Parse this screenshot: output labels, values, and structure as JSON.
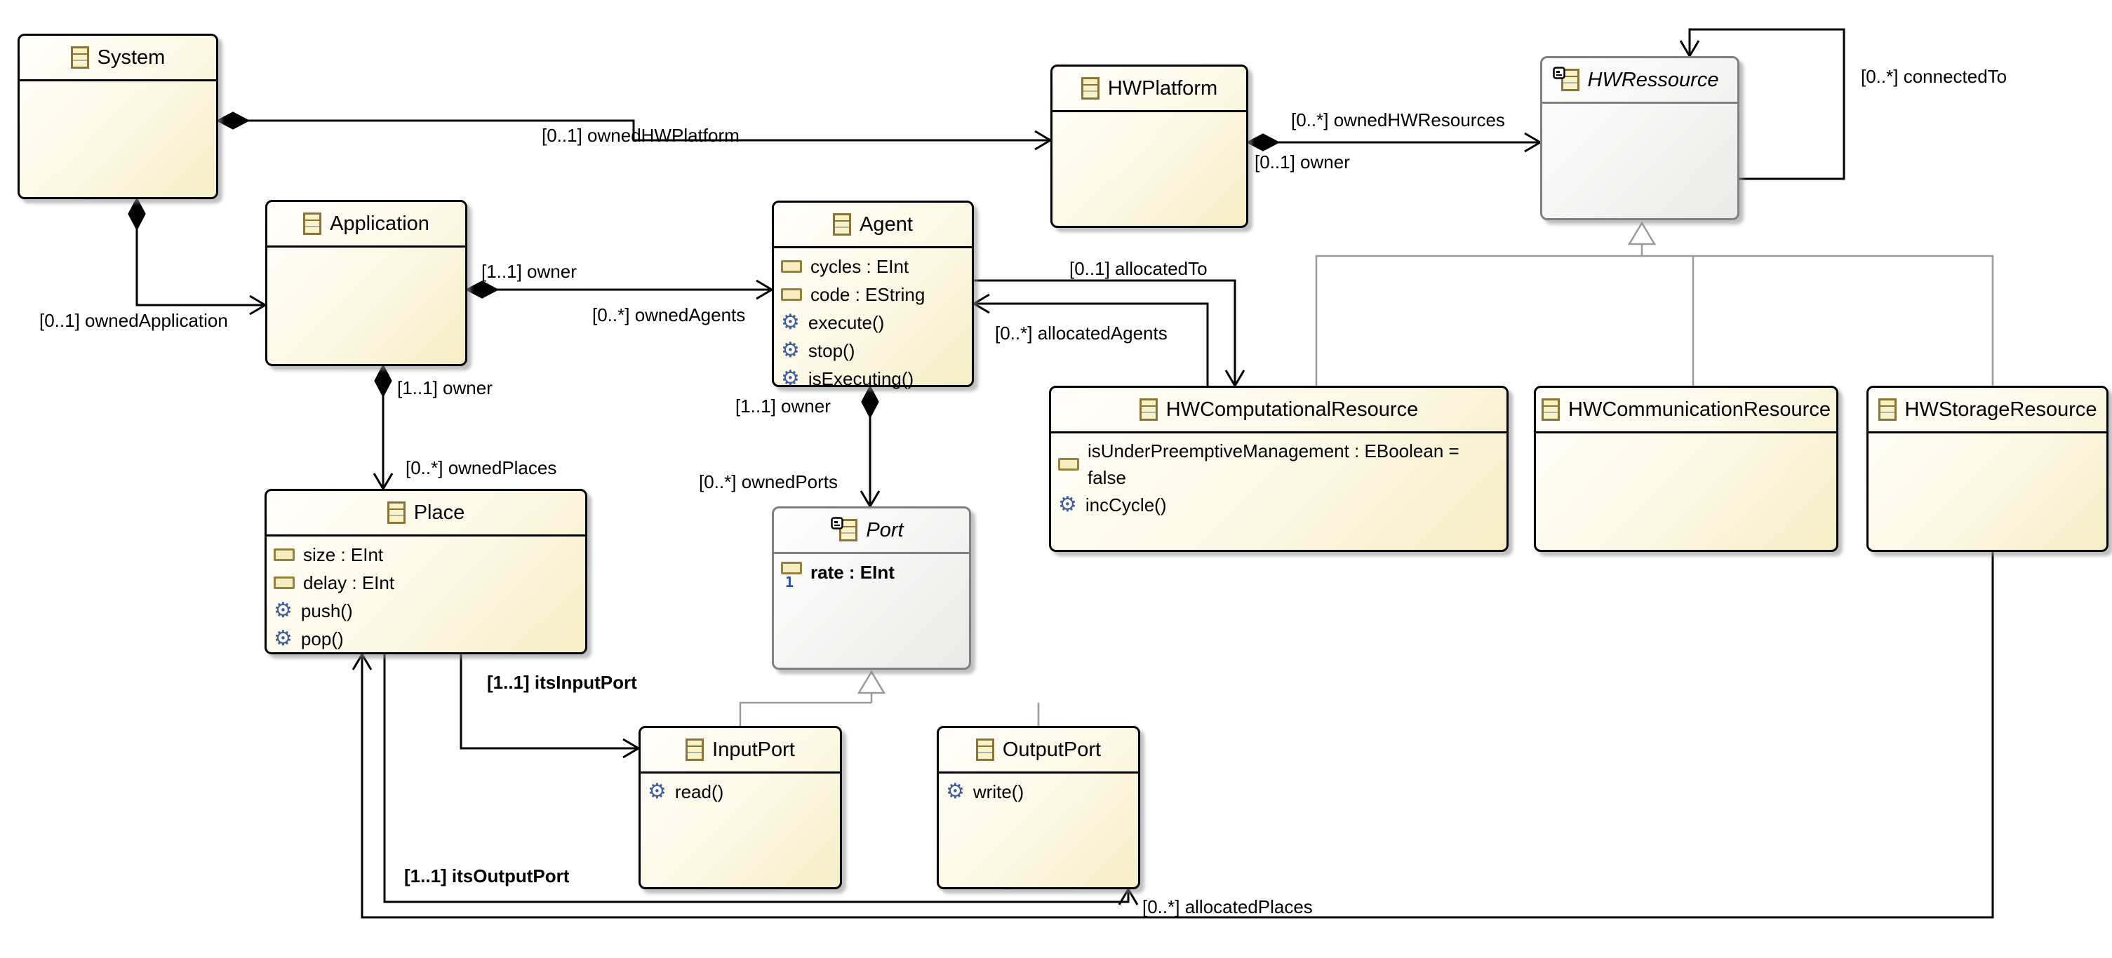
{
  "diagram_title": "Ecore class diagram",
  "colors": {
    "class_fill_start": "#fffefb",
    "class_fill_end": "#f5edc5",
    "class_border": "#000000",
    "abstract_fill_end": "#e9e9e7",
    "abstract_border": "#7f7f7f",
    "edge_color": "#000000",
    "generalization_color": "#9a9a9a",
    "operation_icon_color": "#3f5e9e",
    "attribute_icon_border": "#96823f",
    "class_icon_border": "#8a7439",
    "class_icon_fill": "#f9f3c8"
  },
  "glyphs": {
    "gear": "⚙"
  },
  "classes": {
    "system": {
      "title": "System"
    },
    "application": {
      "title": "Application"
    },
    "agent": {
      "title": "Agent",
      "attributes": [
        "cycles : EInt",
        "code : EString"
      ],
      "operations": [
        "execute()",
        "stop()",
        "isExecuting()"
      ]
    },
    "place": {
      "title": "Place",
      "attributes": [
        "size : EInt",
        "delay : EInt"
      ],
      "operations": [
        "push()",
        "pop()"
      ]
    },
    "port": {
      "title": "Port",
      "attributes": [
        "rate : EInt"
      ]
    },
    "input_port": {
      "title": "InputPort",
      "operations": [
        "read()"
      ]
    },
    "output_port": {
      "title": "OutputPort",
      "operations": [
        "write()"
      ]
    },
    "hw_platform": {
      "title": "HWPlatform"
    },
    "hw_ressource": {
      "title": "HWRessource"
    },
    "hw_computational_resource": {
      "title": "HWComputationalResource",
      "attributes": [
        "isUnderPreemptiveManagement : EBoolean = false"
      ],
      "operations": [
        "incCycle()"
      ]
    },
    "hw_communication_resource": {
      "title": "HWCommunicationResource"
    },
    "hw_storage_resource": {
      "title": "HWStorageResource"
    }
  },
  "edge_labels": {
    "owned_hw_platform": "[0..1] ownedHWPlatform",
    "owned_application": "[0..1] ownedApplication",
    "owner_application_agent": "[1..1] owner",
    "owned_agents": "[0..*] ownedAgents",
    "allocated_to": "[0..1] allocatedTo",
    "allocated_agents": "[0..*] allocatedAgents",
    "owned_hw_resources": "[0..*] ownedHWResources",
    "owner_hw_platform": "[0..1] owner",
    "connected_to": "[0..*] connectedTo",
    "owner_application_place": "[1..1] owner",
    "owned_places": "[0..*] ownedPlaces",
    "owner_agent_port": "[1..1] owner",
    "owned_ports": "[0..*] ownedPorts",
    "its_input_port": "[1..1] itsInputPort",
    "its_output_port": "[1..1] itsOutputPort",
    "allocated_places": "[0..*] allocatedPlaces"
  }
}
